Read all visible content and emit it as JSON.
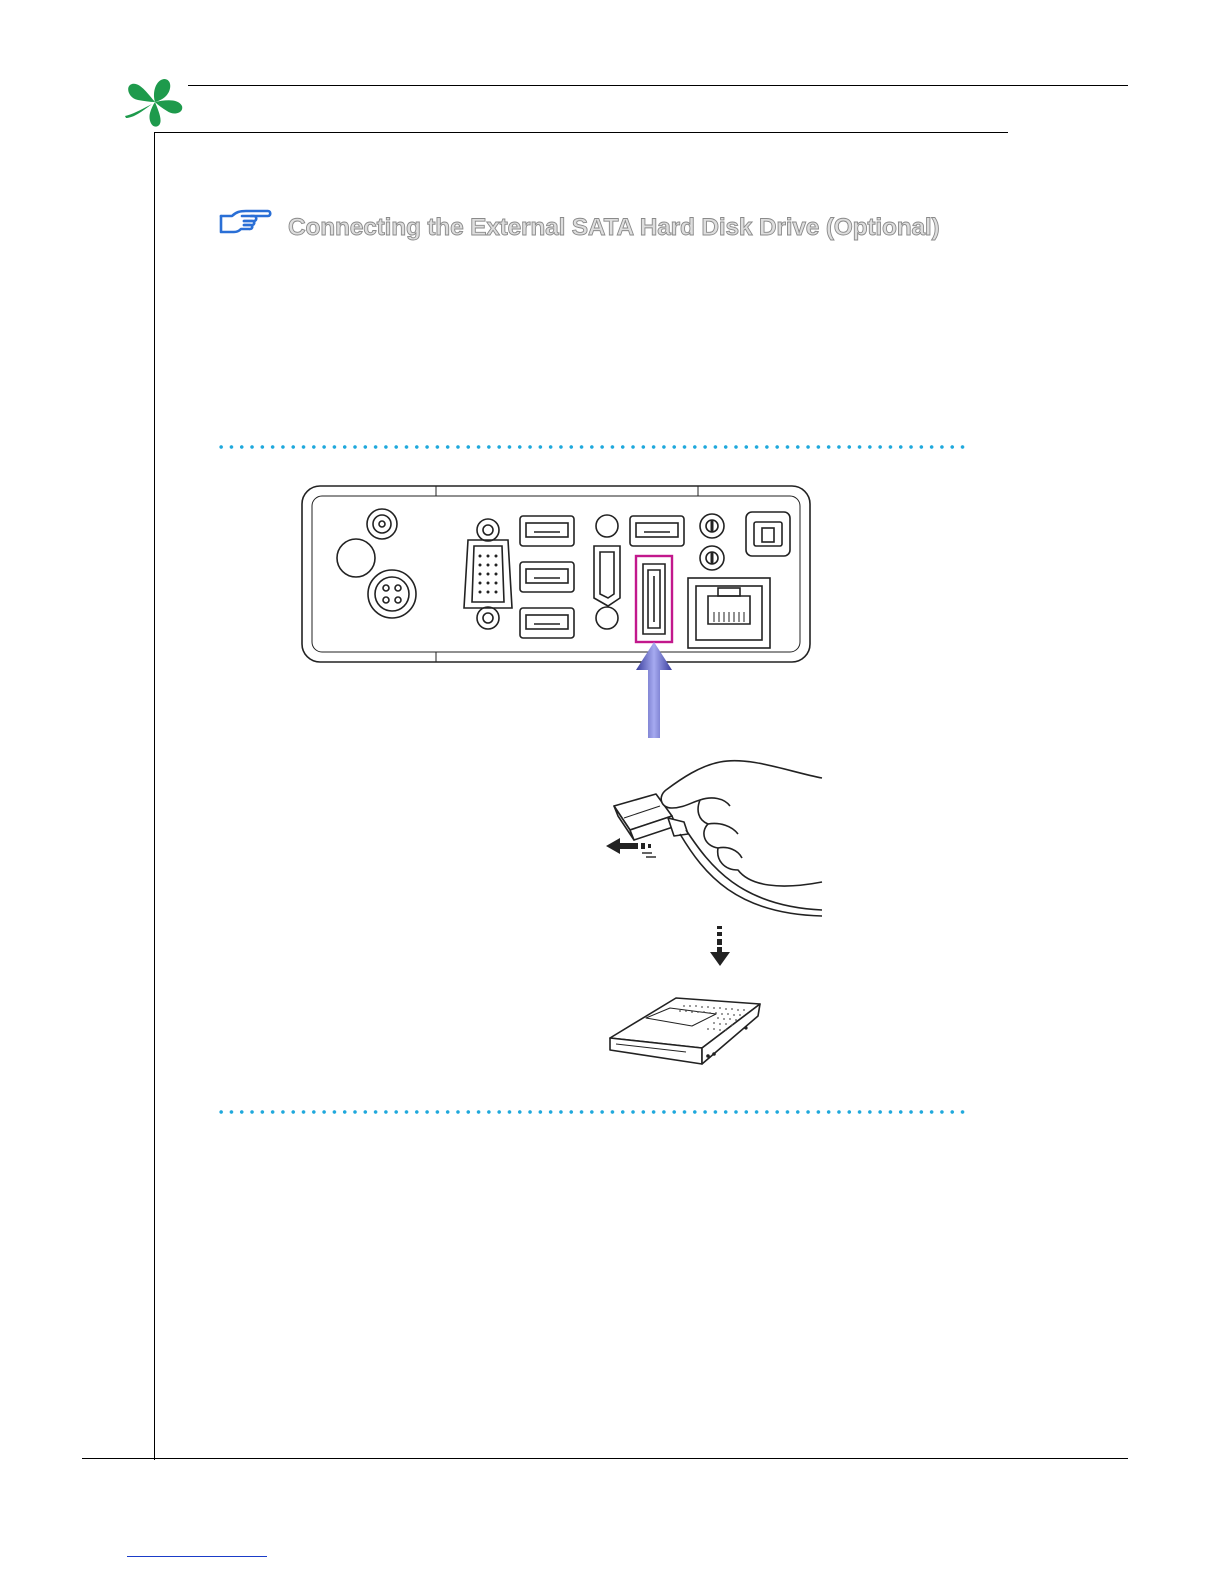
{
  "section": {
    "title": "Connecting the External SATA Hard Disk Drive (Optional)",
    "title_icon": "pointing-hand-icon"
  },
  "header": {
    "logo_icon": "clover-logo-icon"
  },
  "colors": {
    "logo_green": "#1e9a4c",
    "dotted_divider": "#1ea8dc",
    "highlight_box": "#c2188c",
    "arrow_blue": "#5a5fc4",
    "hand_icon_blue": "#2a6fd6"
  },
  "figure": {
    "highlighted_port": "esata-port",
    "illustrations": [
      "rear-io-panel",
      "esata-cable-connector",
      "external-hard-disk-drive"
    ]
  }
}
